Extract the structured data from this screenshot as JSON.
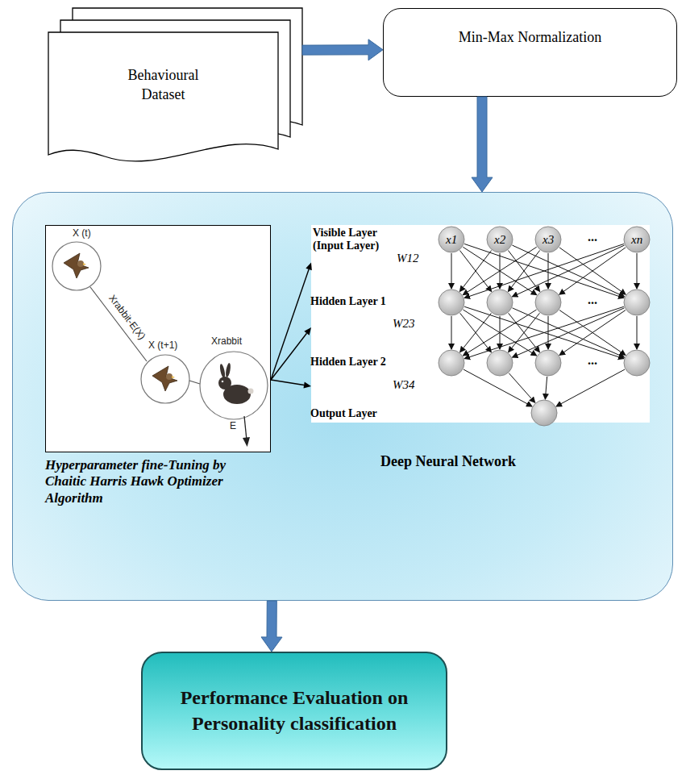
{
  "diagram": {
    "nodes": [
      {
        "text": [
          "Behavioural Dataset"
        ]
      },
      {
        "text": [
          "Min-Max Normalization"
        ]
      },
      {
        "text": []
      },
      {
        "text": [
          "Hyperparameter fine-Tuning by Chaitic Harris Hawk Optimizer Algorithm"
        ],
        "in": 2
      },
      {
        "text": [
          "Deep Neural Network"
        ],
        "in": 2
      },
      {
        "text": [
          "Performance Evaluation on Personality classification"
        ]
      }
    ],
    "edges": [
      {
        "from": 0,
        "to": 1,
        "arrow": "to"
      },
      {
        "from": 1,
        "to": 2,
        "arrow": "to"
      },
      {
        "from": 2,
        "to": 5,
        "arrow": "to"
      },
      {
        "from": 3,
        "to": 4,
        "arrow": "to"
      },
      {
        "from": 3,
        "to": 4,
        "arrow": "to"
      },
      {
        "from": 3,
        "to": 4,
        "arrow": "to"
      }
    ],
    "labels": [
      "X (t)",
      "Xrabbit-E(X)",
      "X (t+1)",
      "Xrabbit",
      "E",
      "Visible Layer (Input Layer)",
      "W12",
      "Hidden Layer 1",
      "W23",
      "Hidden Layer 2",
      "W34",
      "Output Layer",
      "x1",
      "x2",
      "x3",
      "...",
      "xn",
      "...",
      "..."
    ]
  }
}
